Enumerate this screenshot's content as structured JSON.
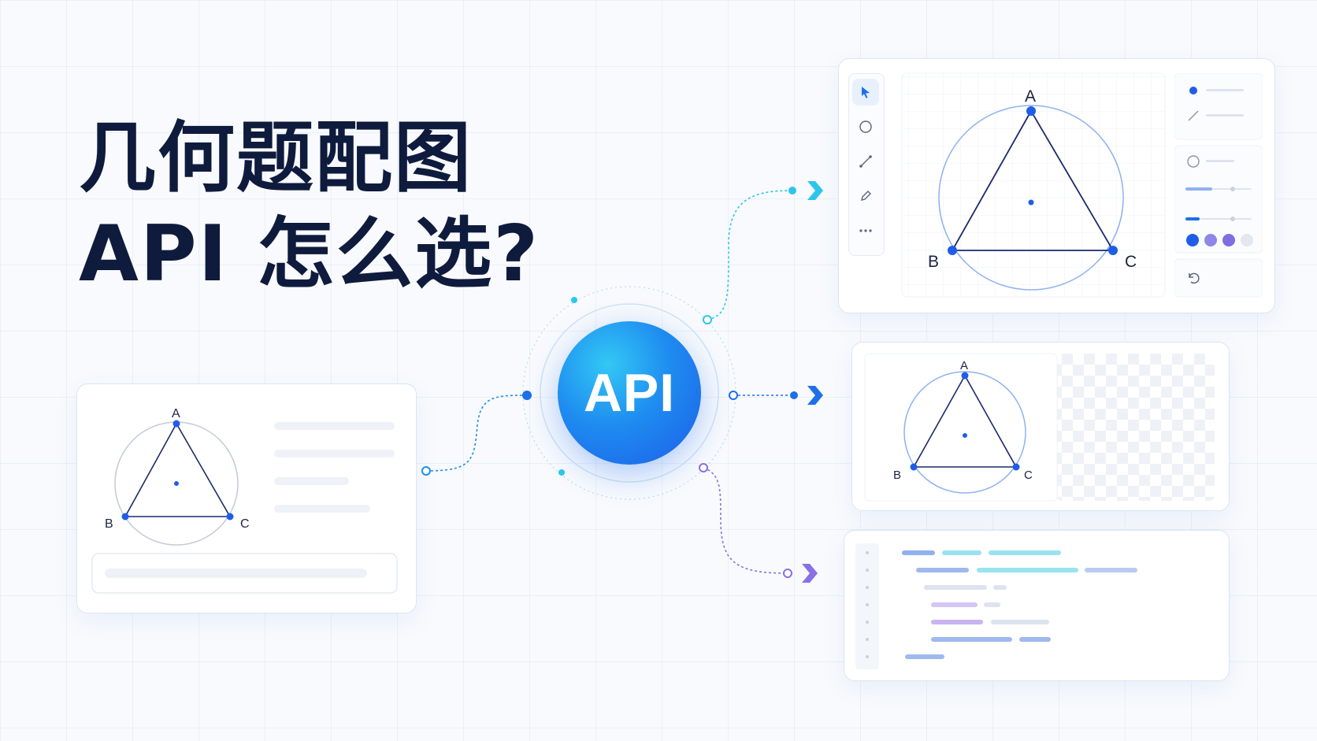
{
  "title": {
    "line1": "几何题配图",
    "line2": "API 怎么选?"
  },
  "hub": {
    "label": "API"
  },
  "geometry": {
    "vertex_a": "A",
    "vertex_b": "B",
    "vertex_c": "C"
  },
  "editor_tools": [
    "cursor-icon",
    "circle-icon",
    "line-icon",
    "pen-icon",
    "more-icon"
  ],
  "palette_colors": [
    "#1f5de8",
    "#8f86e6",
    "#7c6fe0",
    "#e3e7ef"
  ],
  "accent_colors": {
    "cyan": "#2cc6ec",
    "blue": "#1f6fe8",
    "purple": "#8b6fe6"
  }
}
